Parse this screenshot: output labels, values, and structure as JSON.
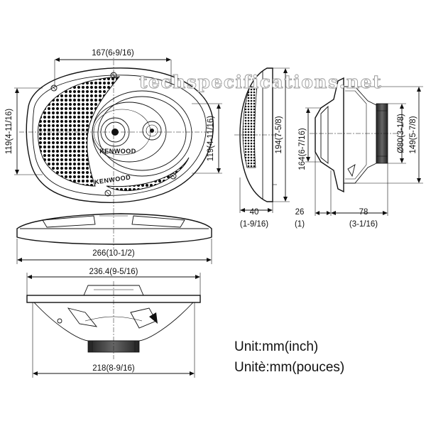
{
  "watermark": "techspecifications.net",
  "brand": {
    "logo": "KENWOOD",
    "cone_logo": "KENWOOD"
  },
  "dimensions": {
    "front_width": "167(6-9/16)",
    "front_height_left": "119(4-11/16)",
    "front_height_right": "119(4-11/16)",
    "side_height": "194(7-5/8)",
    "side_depth_mm": "40",
    "side_depth_in": "(1-9/16)",
    "rear_inner_height": "164(6-7/16)",
    "magnet_diameter": "Ø80(3-1/8)",
    "rear_outer_height": "149(5-7/8)",
    "rear_mount_depth_mm": "26",
    "rear_mount_depth_in": "(1)",
    "rear_total_depth_mm": "78",
    "rear_total_depth_in": "(3-1/16)",
    "top_length": "266(10-1/2)",
    "bottom_top_width": "236.4(9-5/16)",
    "bottom_width": "218(8-9/16)"
  },
  "units": {
    "line1": "Unit:mm(inch)",
    "line2": "Unitè:mm(pouces)"
  }
}
